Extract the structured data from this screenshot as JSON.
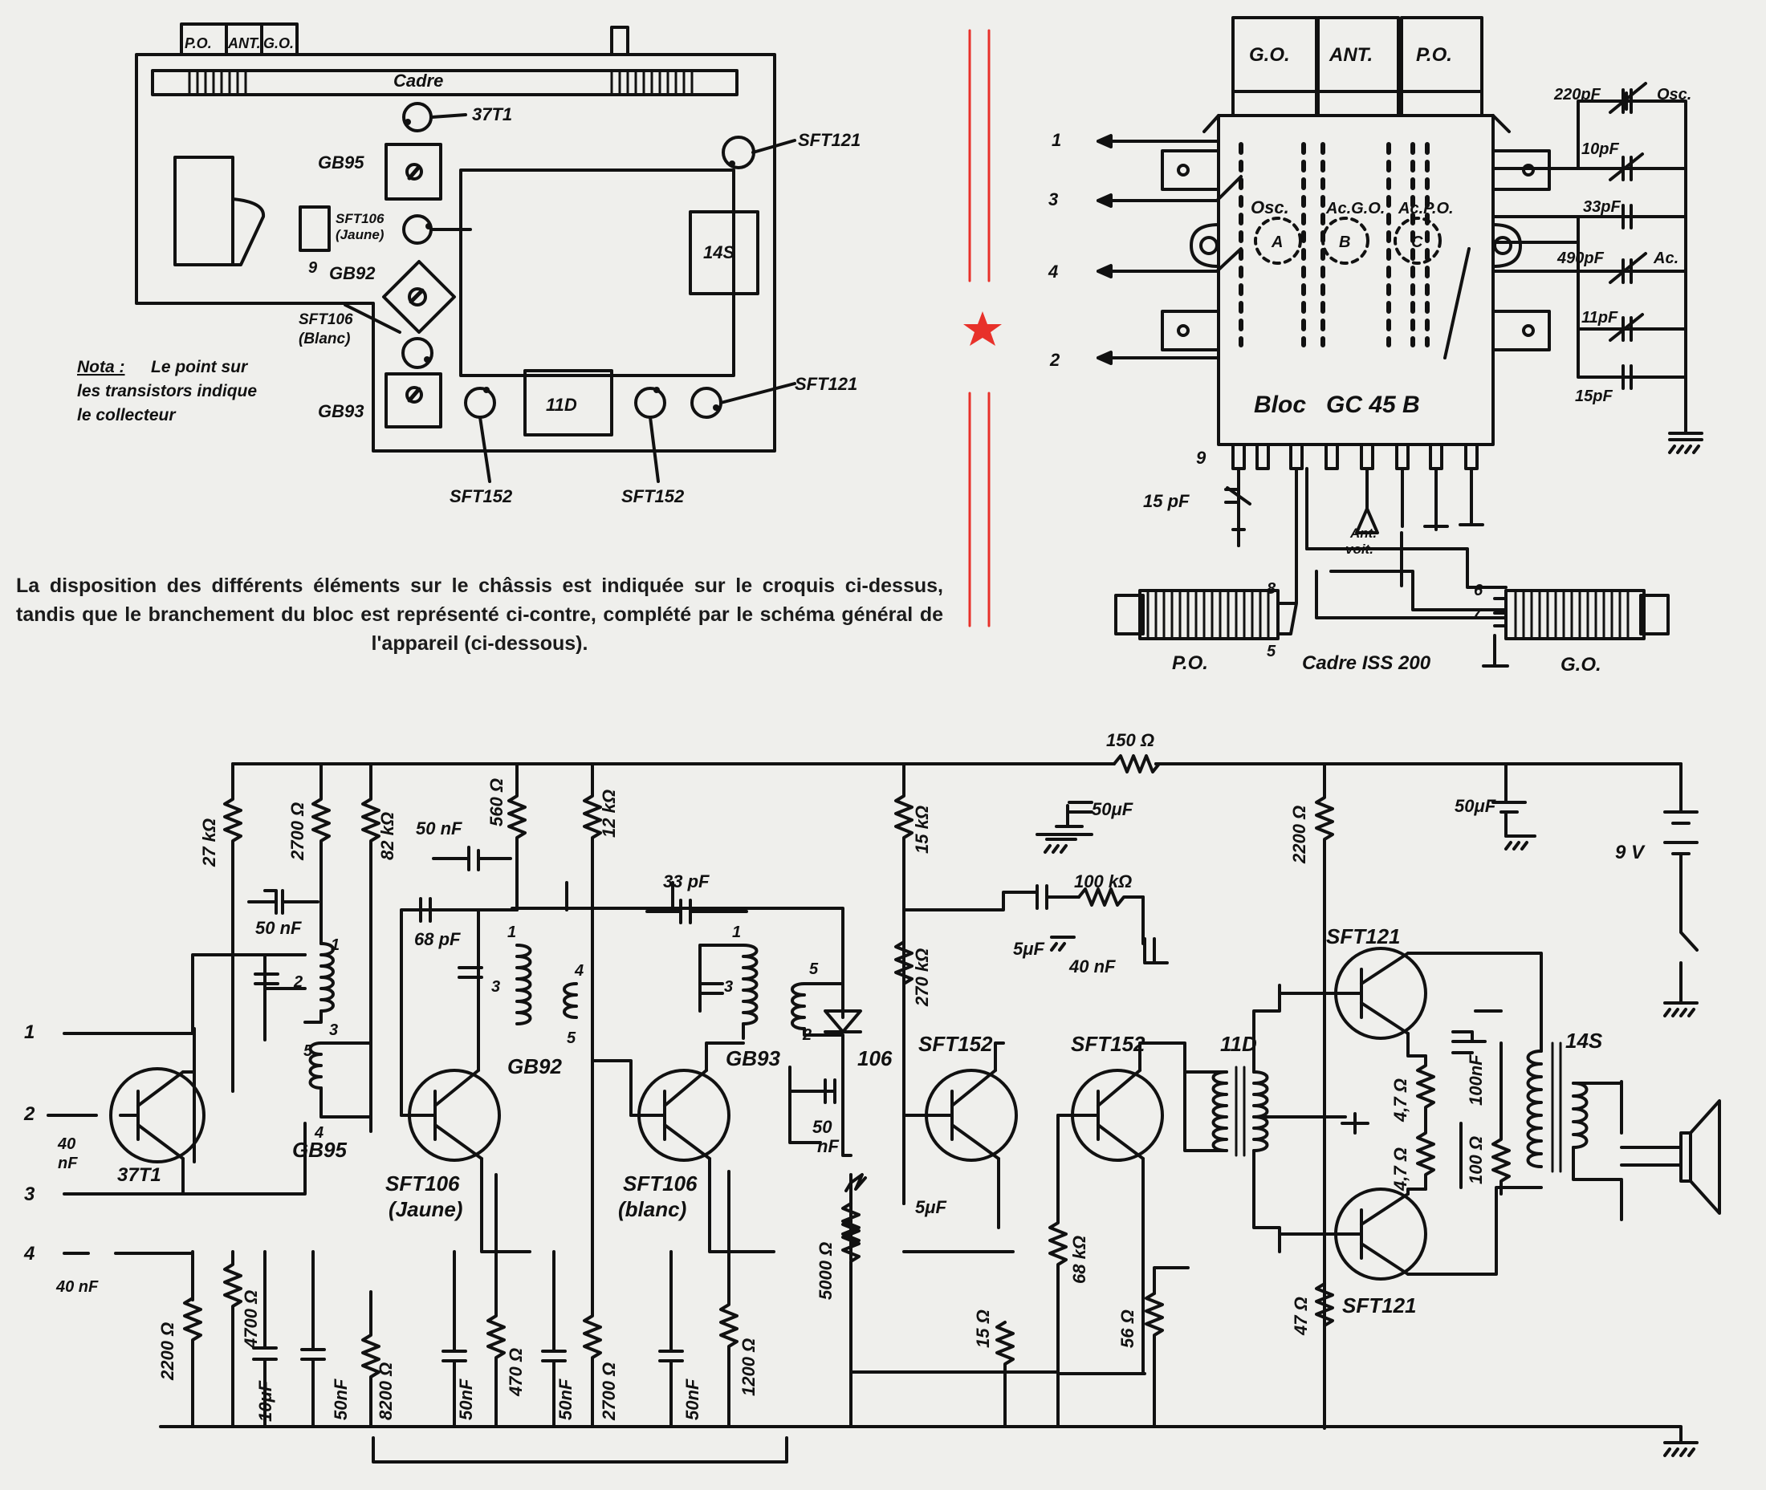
{
  "colors": {
    "paper": "#efefec",
    "ink": "#111111",
    "accent_red": "#e8312a"
  },
  "caption": "La disposition des différents éléments sur le châssis est indiquée sur le croquis ci-dessus, tandis que le branchement du bloc est représenté ci-contre, complété par le schéma général de l'appareil (ci-dessous).",
  "chassis": {
    "tabs": [
      "P.O.",
      "ANT.",
      "G.O."
    ],
    "cadre": "Cadre",
    "components": [
      "37T1",
      "GB95",
      "SFT106",
      "(Jaune)",
      "GB92",
      "SFT106",
      "(Blanc)",
      "GB93",
      "SFT121",
      "14S",
      "11D",
      "SFT121",
      "SFT152",
      "SFT152"
    ],
    "pin9": "9",
    "nota_label": "Nota :",
    "nota_line1": "Le point sur",
    "nota_line2": "les transistors indique",
    "nota_line3": "le collecteur"
  },
  "bloc": {
    "title": "Bloc   GC 45 B",
    "tabs": [
      "G.O.",
      "ANT.",
      "P.O."
    ],
    "pins": [
      "1",
      "3",
      "4",
      "2",
      "9"
    ],
    "sections": [
      "Osc.",
      "Ac.G.O.",
      "Ac.P.O."
    ],
    "section_letters": [
      "A",
      "B",
      "C"
    ],
    "caps": [
      "220pF",
      "Osc.",
      "10pF",
      "33pF",
      "490pF",
      "Ac.",
      "11pF",
      "15pF"
    ],
    "cap_15": "15 pF",
    "ant_line1": "Ant.",
    "ant_line2": "voit.",
    "cadre_pins": [
      "8",
      "6",
      "7",
      "5"
    ],
    "cadre_po": "P.O.",
    "cadre_go": "G.O.",
    "cadre_name": "Cadre ISS 200"
  },
  "schematic": {
    "inputs": [
      "1",
      "2",
      "3",
      "4"
    ],
    "input_caps": [
      "40",
      "nF",
      "40 nF"
    ],
    "transistors": [
      "37T1",
      "SFT106",
      "(Jaune)",
      "SFT106",
      "(blanc)",
      "SFT152",
      "SFT152",
      "SFT121",
      "SFT121"
    ],
    "coils": [
      "GB95",
      "GB92",
      "GB93",
      "11D",
      "14S"
    ],
    "diode": "106",
    "coil_pins": [
      "1",
      "2",
      "3",
      "5",
      "4",
      "1",
      "3",
      "4",
      "5",
      "1",
      "3",
      "5",
      "2"
    ],
    "resistors": [
      "27 kΩ",
      "2700 Ω",
      "82 kΩ",
      "560 Ω",
      "12 kΩ",
      "15 kΩ",
      "150 Ω",
      "100 kΩ",
      "2200 Ω",
      "270 kΩ",
      "5000 Ω",
      "4700 Ω",
      "2200 Ω",
      "8200 Ω",
      "470 Ω",
      "2700 Ω",
      "1200 Ω",
      "68 kΩ",
      "15 Ω",
      "56 Ω",
      "47 Ω",
      "4,7 Ω",
      "4,7 Ω",
      "100 Ω"
    ],
    "capacitors": [
      "50 nF",
      "68 pF",
      "33 pF",
      "50 nF",
      "50",
      "nF",
      "5μF",
      "40 nF",
      "50μF",
      "50μF",
      "5μF",
      "10μF",
      "50nF",
      "50nF",
      "50nF",
      "50nF",
      "100nF"
    ],
    "battery": "9 V"
  }
}
